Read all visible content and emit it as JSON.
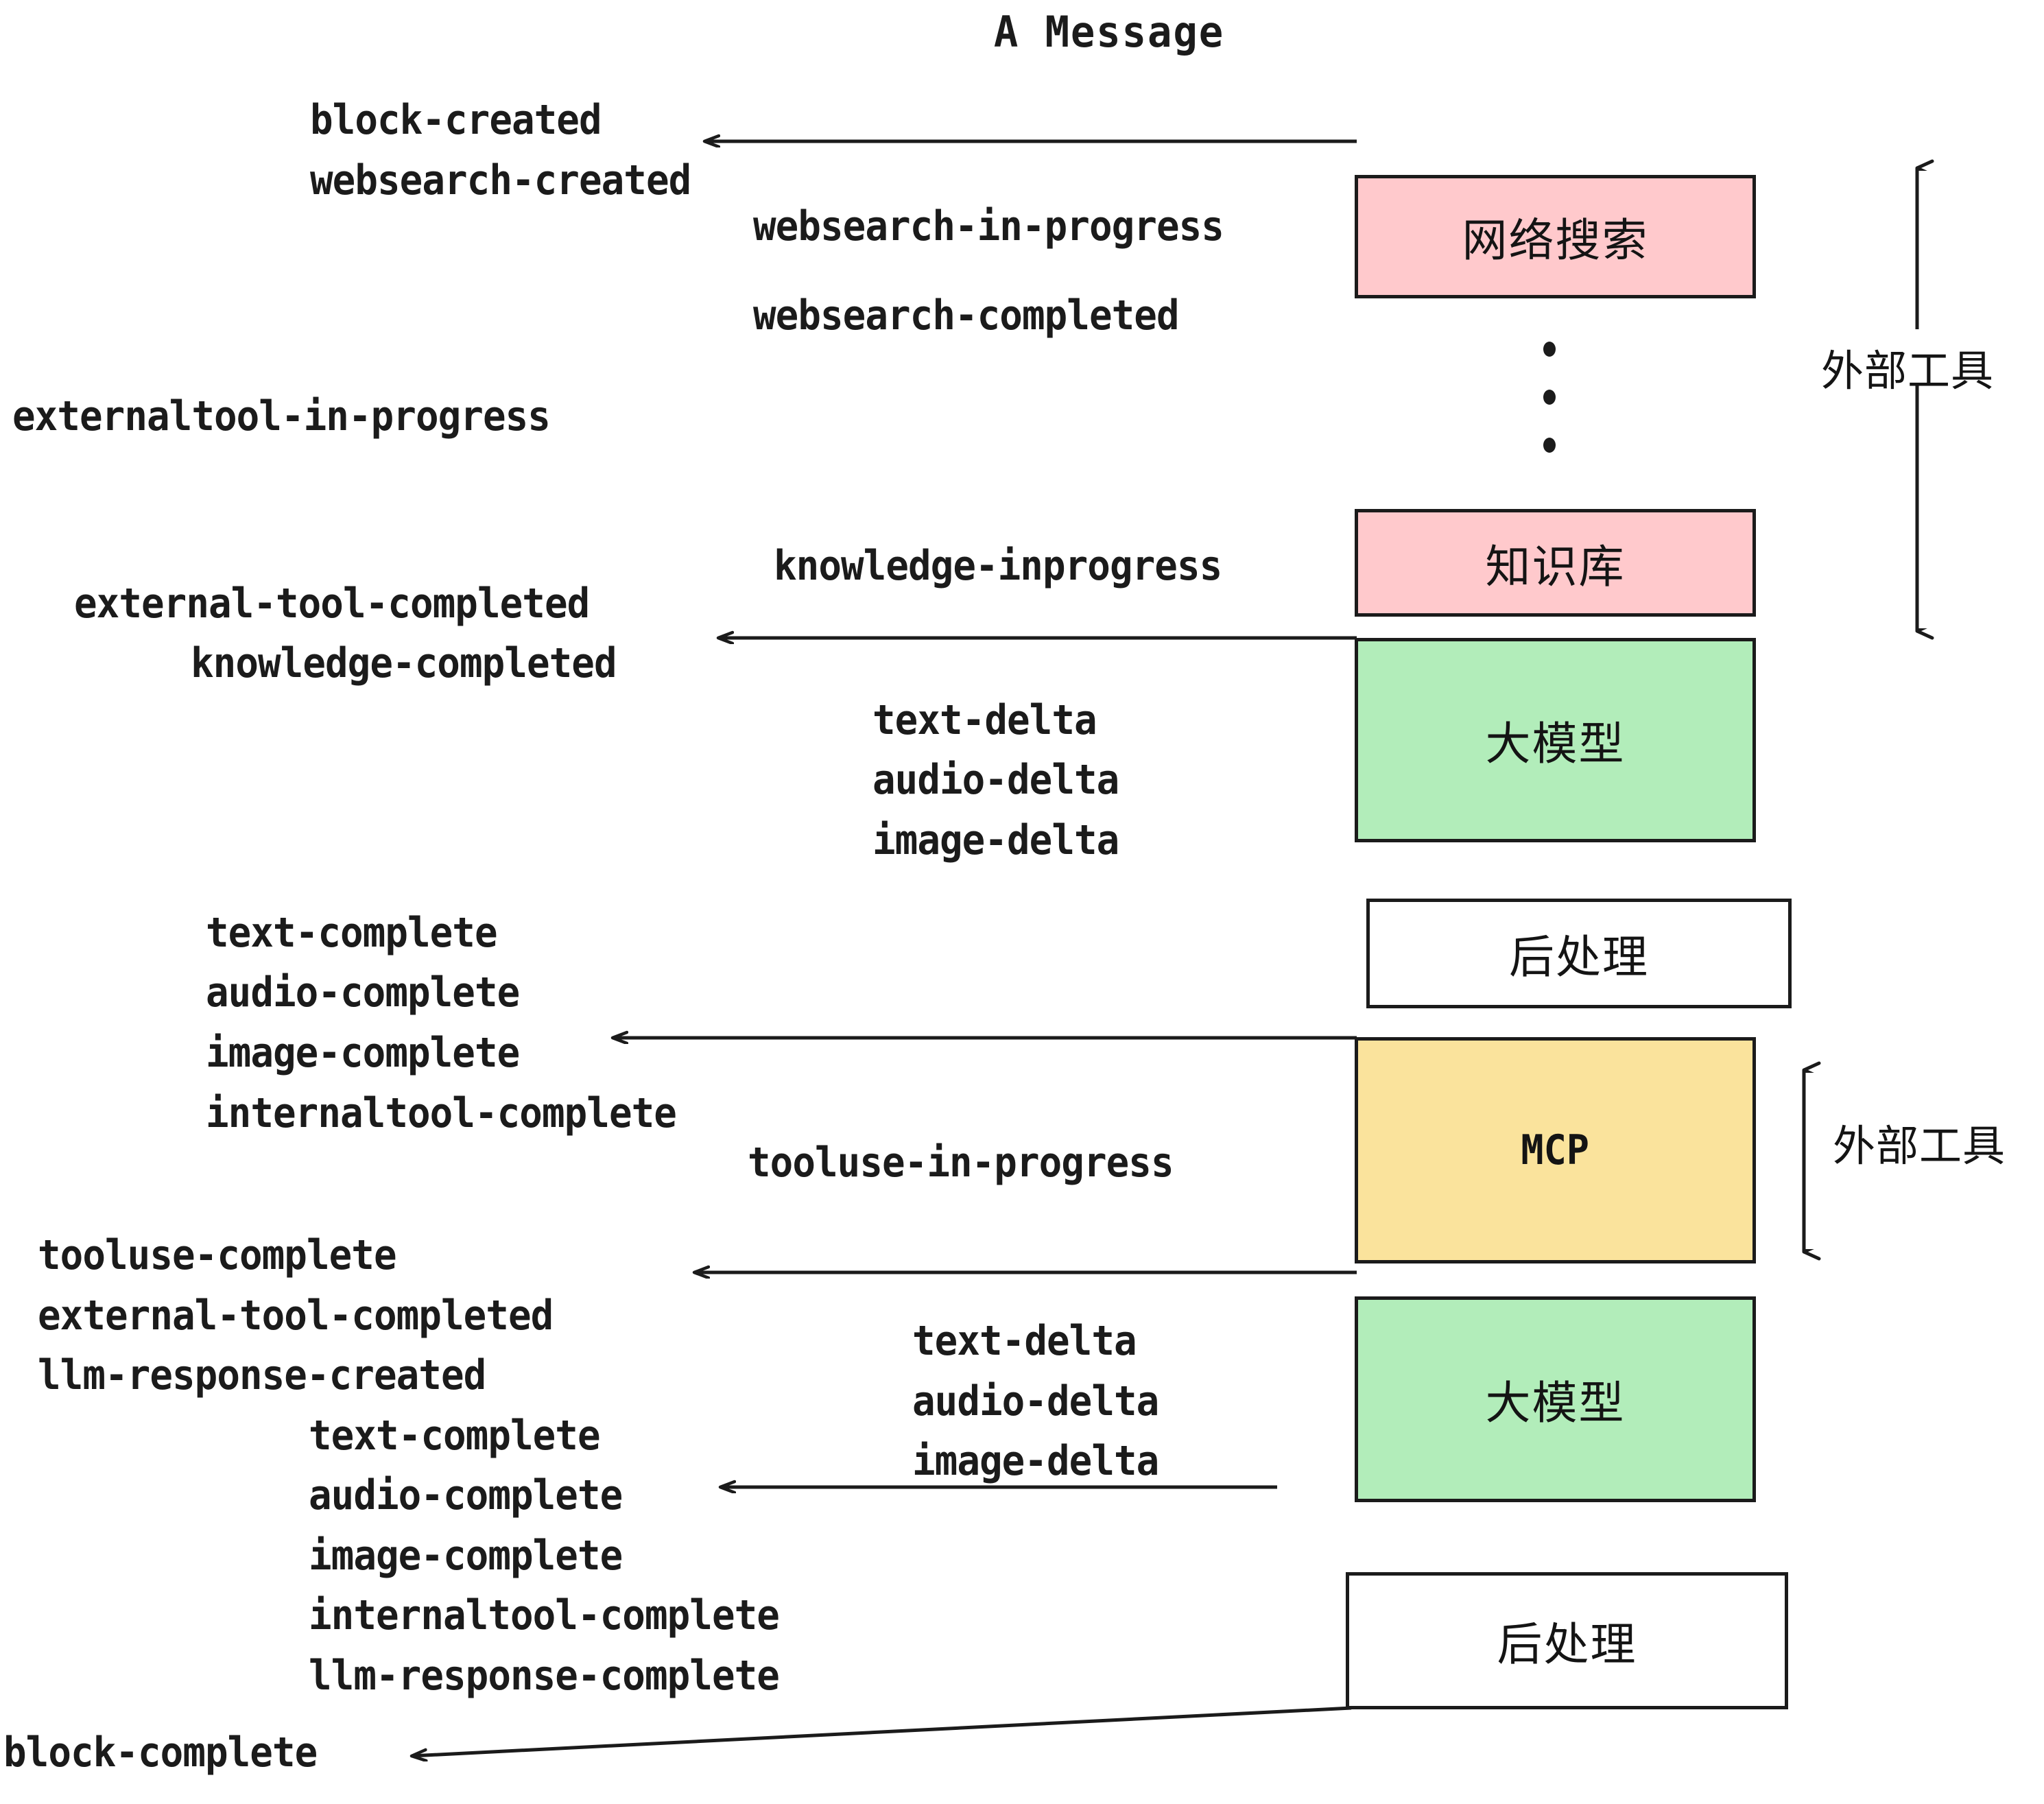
{
  "title": "A Message",
  "colors": {
    "pink": "#FFC9CC",
    "green": "#B2EDBA",
    "yellow": "#FAE39C",
    "white": "#FFFFFF",
    "stroke": "#1B1B1B"
  },
  "boxes": [
    {
      "label": "网络搜索",
      "fill": "pink",
      "mono": false
    },
    {
      "label": "知识库",
      "fill": "pink",
      "mono": false
    },
    {
      "label": "大模型",
      "fill": "green",
      "mono": false
    },
    {
      "label": "后处理",
      "fill": "white",
      "mono": false
    },
    {
      "label": "MCP",
      "fill": "yellow",
      "mono": true
    },
    {
      "label": "大模型",
      "fill": "green",
      "mono": false
    },
    {
      "label": "后处理",
      "fill": "white",
      "mono": false
    }
  ],
  "side_labels": [
    {
      "label": "外部工具"
    },
    {
      "label": "外部工具"
    }
  ],
  "events": [
    {
      "id": "block-created",
      "text": "block-created"
    },
    {
      "id": "websearch-created",
      "text": "websearch-created"
    },
    {
      "id": "websearch-in-progress",
      "text": "websearch-in-progress"
    },
    {
      "id": "websearch-completed",
      "text": "websearch-completed"
    },
    {
      "id": "externaltool-in-progress",
      "text": "externaltool-in-progress"
    },
    {
      "id": "knowledge-inprogress",
      "text": "knowledge-inprogress"
    },
    {
      "id": "external-tool-completed-1",
      "text": "external-tool-completed"
    },
    {
      "id": "knowledge-completed",
      "text": "knowledge-completed"
    },
    {
      "id": "text-delta-1",
      "text": "text-delta"
    },
    {
      "id": "audio-delta-1",
      "text": "audio-delta"
    },
    {
      "id": "image-delta-1",
      "text": "image-delta"
    },
    {
      "id": "text-complete-1",
      "text": "text-complete"
    },
    {
      "id": "audio-complete-1",
      "text": "audio-complete"
    },
    {
      "id": "image-complete-1",
      "text": "image-complete"
    },
    {
      "id": "internaltool-complete-1",
      "text": "internaltool-complete"
    },
    {
      "id": "tooluse-in-progress",
      "text": "tooluse-in-progress"
    },
    {
      "id": "tooluse-complete",
      "text": "tooluse-complete"
    },
    {
      "id": "external-tool-completed-2",
      "text": "external-tool-completed"
    },
    {
      "id": "llm-response-created",
      "text": "llm-response-created"
    },
    {
      "id": "text-delta-2",
      "text": "text-delta"
    },
    {
      "id": "audio-delta-2",
      "text": "audio-delta"
    },
    {
      "id": "image-delta-2",
      "text": "image-delta"
    },
    {
      "id": "text-complete-2",
      "text": "text-complete"
    },
    {
      "id": "audio-complete-2",
      "text": "audio-complete"
    },
    {
      "id": "image-complete-2",
      "text": "image-complete"
    },
    {
      "id": "internaltool-complete-2",
      "text": "internaltool-complete"
    },
    {
      "id": "llm-response-complete",
      "text": "llm-response-complete"
    },
    {
      "id": "block-complete",
      "text": "block-complete"
    }
  ]
}
